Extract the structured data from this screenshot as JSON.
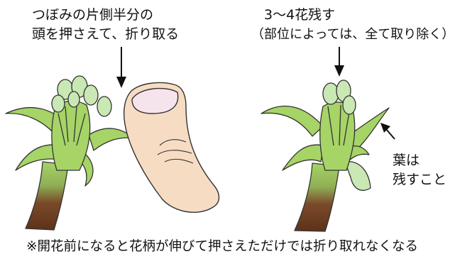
{
  "left_caption": {
    "line1": "つぼみの片側半分の",
    "line2": "頭を押さえて、折り取る"
  },
  "right_caption": {
    "line1": "3～4花残す",
    "line2": "（部位によっては、全て取り除く）"
  },
  "leaf_note": {
    "line1": "葉は",
    "line2": "残すこと"
  },
  "footnote": "※開花前になると花柄が伸びて押さえただけでは折り取れなくなる",
  "colors": {
    "leaf": "#a6d466",
    "bud": "#c9e8b4",
    "stem": "#6b3a1f",
    "outline": "#333333",
    "skin": "#f7dcc4",
    "nail": "#f6e4ec"
  }
}
